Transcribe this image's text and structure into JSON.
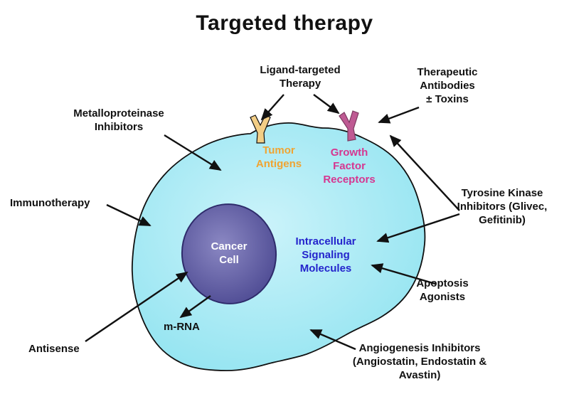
{
  "title": "Targeted therapy",
  "labels": {
    "ligand_targeted": "Ligand-targeted\nTherapy",
    "therapeutic_antibodies": "Therapeutic\nAntibodies\n± Toxins",
    "metalloproteinase": "Metalloproteinase\nInhibitors",
    "immunotherapy": "Immunotherapy",
    "tumor_antigens": "Tumor\nAntigens",
    "growth_factor_receptors": "Growth\nFactor\nReceptors",
    "tyrosine_kinase": "Tyrosine Kinase\nInhibitors (Glivec,\nGefitinib)",
    "intracellular_signaling": "Intracellular\nSignaling\nMolecules",
    "apoptosis_agonists": "Apoptosis\nAgonists",
    "cancer_cell": "Cancer\nCell",
    "mrna": "m-RNA",
    "antisense": "Antisense",
    "angiogenesis": "Angiogenesis Inhibitors\n(Angiostatin, Endostatin &\nAvastin)"
  },
  "colors": {
    "cell_fill_light": "#CBF3FA",
    "cell_fill_dark": "#8FE3F0",
    "cell_outline": "#101010",
    "nucleus_fill_light": "#8B88C3",
    "nucleus_fill_dark": "#4B4891",
    "cancer_cell_text": "#FFFFFF",
    "tumor_antigens_text": "#F0A432",
    "growth_factor_text": "#D63690",
    "intracellular_text": "#2424CC",
    "antigen_shape": "#F3CE86",
    "receptor_shape": "#BF5A93",
    "arrow": "#111111"
  }
}
